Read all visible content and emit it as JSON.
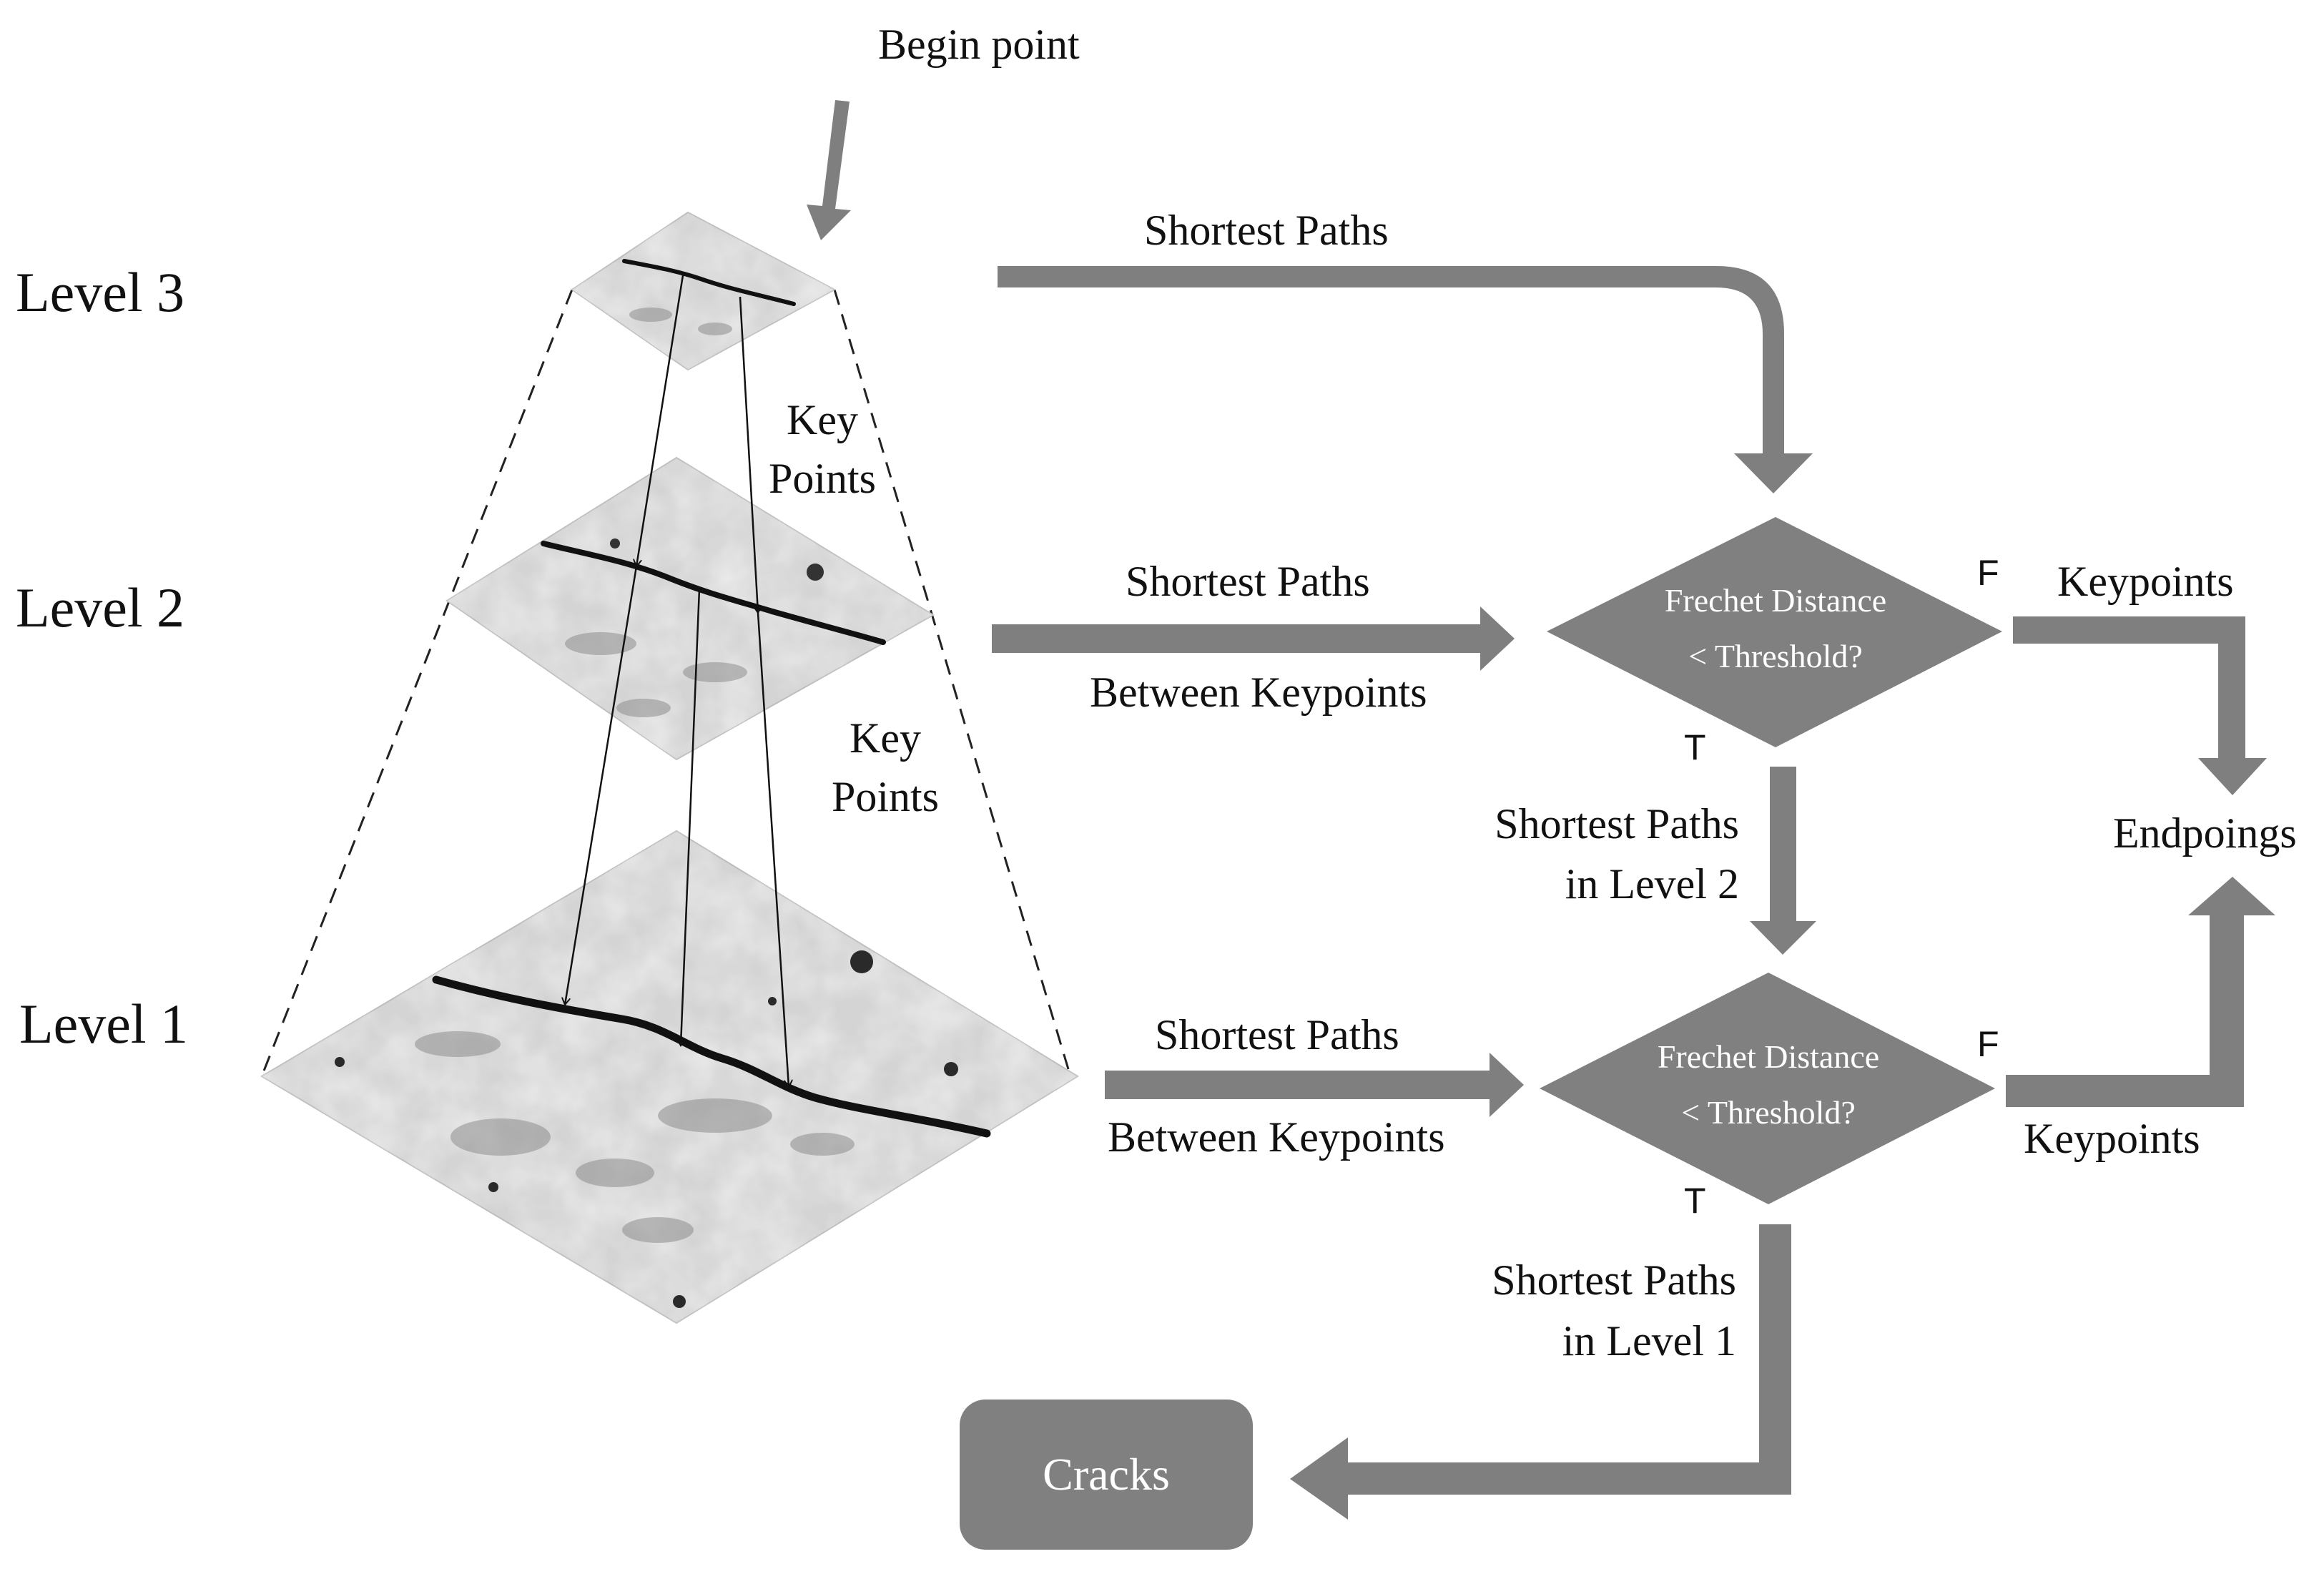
{
  "begin_point": "Begin point",
  "levels": {
    "level3": "Level 3",
    "level2": "Level 2",
    "level1": "Level 1"
  },
  "key_points_upper": [
    "Key",
    "Points"
  ],
  "key_points_lower": [
    "Key",
    "Points"
  ],
  "edges": {
    "top_shortest_paths": "Shortest Paths",
    "l2_shortest_paths": "Shortest Paths",
    "l2_between_keypoints": "Between Keypoints",
    "l1_shortest_paths": "Shortest Paths",
    "l1_between_keypoints": "Between Keypoints",
    "down_l2": [
      "Shortest Paths",
      "in Level 2"
    ],
    "down_l1": [
      "Shortest Paths",
      "in Level 1"
    ],
    "keypoints_top": "Keypoints",
    "keypoints_bottom": "Keypoints"
  },
  "decision_upper": [
    "Frechet Distance",
    "< Threshold?"
  ],
  "decision_lower": [
    "Frechet Distance",
    "< Threshold?"
  ],
  "flags": {
    "false_label": "F",
    "true_label": "T"
  },
  "endpoints": "Endpoings",
  "output": "Cracks",
  "colors": {
    "arrow": "#7f7f7f",
    "shape": "#808080",
    "text": "#111111"
  }
}
